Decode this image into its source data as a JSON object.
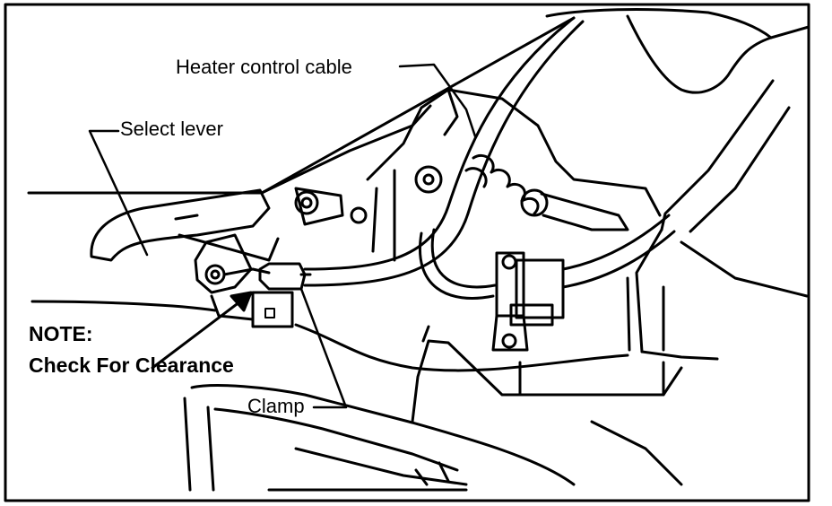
{
  "labels": {
    "heater_control_cable": "Heater control cable",
    "select_lever": "Select lever",
    "note_heading": "NOTE:",
    "note_text": "Check For Clearance",
    "clamp": "Clamp"
  },
  "colors": {
    "ink": "#000000",
    "paper": "#ffffff"
  }
}
